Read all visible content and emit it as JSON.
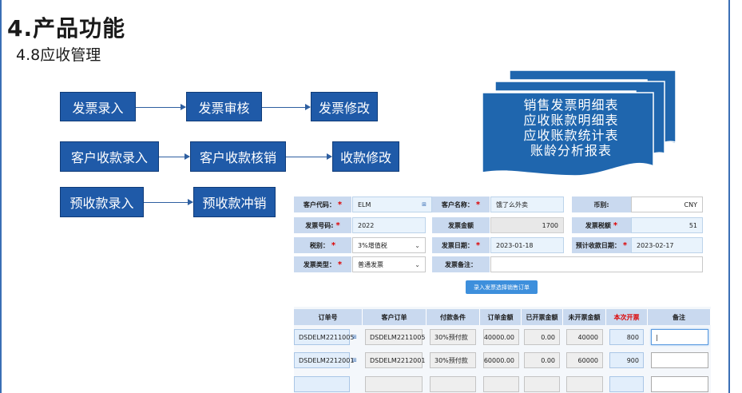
{
  "title": "4.产品功能",
  "subtitle": "4.8应收管理",
  "flow": {
    "row1": [
      "发票录入",
      "发票审核",
      "发票修改"
    ],
    "row2": [
      "客户收款录入",
      "客户收款核销",
      "收款修改"
    ],
    "row3": [
      "预收款录入",
      "预收款冲销"
    ]
  },
  "reports": [
    "销售发票明细表",
    "应收账款明细表",
    "应收账款统计表",
    "账龄分析报表"
  ],
  "form": {
    "customer_code_label": "客户代码：",
    "customer_code": "ELM",
    "customer_name_label": "客户名称：",
    "customer_name": "饿了么外卖",
    "currency_label": "币别:",
    "currency": "CNY",
    "invoice_no_label": "发票号码:",
    "invoice_no": "2022",
    "invoice_amount_label": "发票金额",
    "invoice_amount": "1700",
    "invoice_tax_label": "发票税额",
    "invoice_tax": "51",
    "tax_type_label": "税别：",
    "tax_type": "3%增值税",
    "invoice_date_label": "发票日期：",
    "invoice_date": "2023-01-18",
    "expected_date_label": "预计收款日期：",
    "expected_date": "2023-02-17",
    "invoice_type_label": "发票类型：",
    "invoice_type": "普通发票",
    "remark_label": "发票备注：",
    "remark": "",
    "required_mark": "*",
    "import_button": "录入发票选择销售订单"
  },
  "table": {
    "headers": [
      "订单号",
      "客户订单",
      "付款条件",
      "订单金额",
      "已开票金额",
      "未开票金额",
      "本次开票",
      "备注"
    ],
    "rows": [
      [
        "DSDELM2211005",
        "DSDELM2211005",
        "30%预付款",
        "40000.00",
        "0.00",
        "40000",
        "800",
        "|"
      ],
      [
        "DSDELM2212001",
        "DSDELM2212001",
        "30%预付款",
        "60000.00",
        "0.00",
        "60000",
        "900",
        ""
      ]
    ]
  },
  "colors": {
    "flow_box": "#1f5aa8",
    "doc": "#1f66ae",
    "label_bg": "#c9d9ef",
    "accent_red": "#dd0000"
  }
}
